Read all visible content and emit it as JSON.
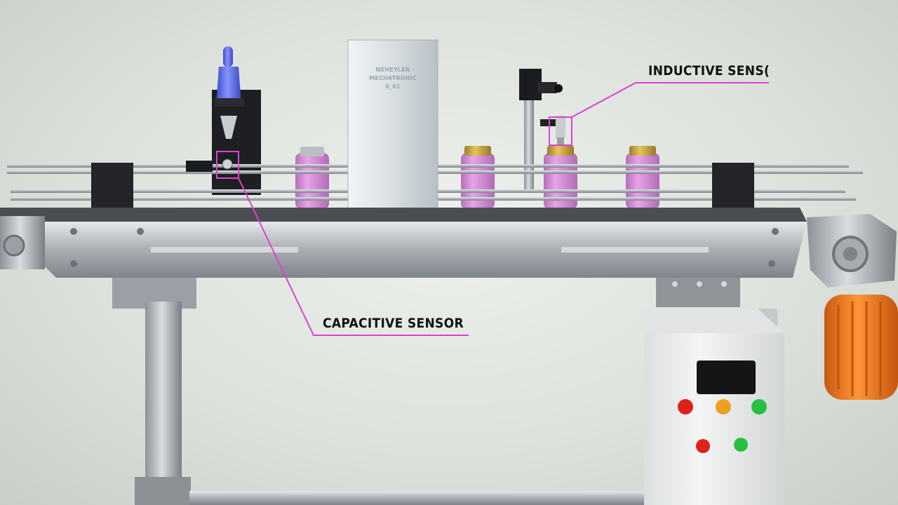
{
  "callouts": {
    "inductive": {
      "label": "INDUCTIVE SENS(",
      "color": "#e040d0"
    },
    "capacitive": {
      "label": "CAPACITIVE SENSOR",
      "color": "#e040d0"
    }
  },
  "cabinet_box": {
    "line1": "NEHEYLER",
    "line2": "MECHATRONIC",
    "line3": "0_01"
  },
  "colors": {
    "background": "#dfe3dd",
    "jar_body": "#d38ad6",
    "jar_lid": "#c8a640",
    "motor": "#f07a1e",
    "steel": "#b7bcc0",
    "nozzle": "#5f6fe6",
    "button_red": "#e0201a",
    "button_orange": "#f0a020",
    "button_green": "#28c040",
    "display": "#151515"
  },
  "control_panel": {
    "buttons": [
      "red",
      "orange",
      "green",
      "red",
      "green"
    ]
  }
}
